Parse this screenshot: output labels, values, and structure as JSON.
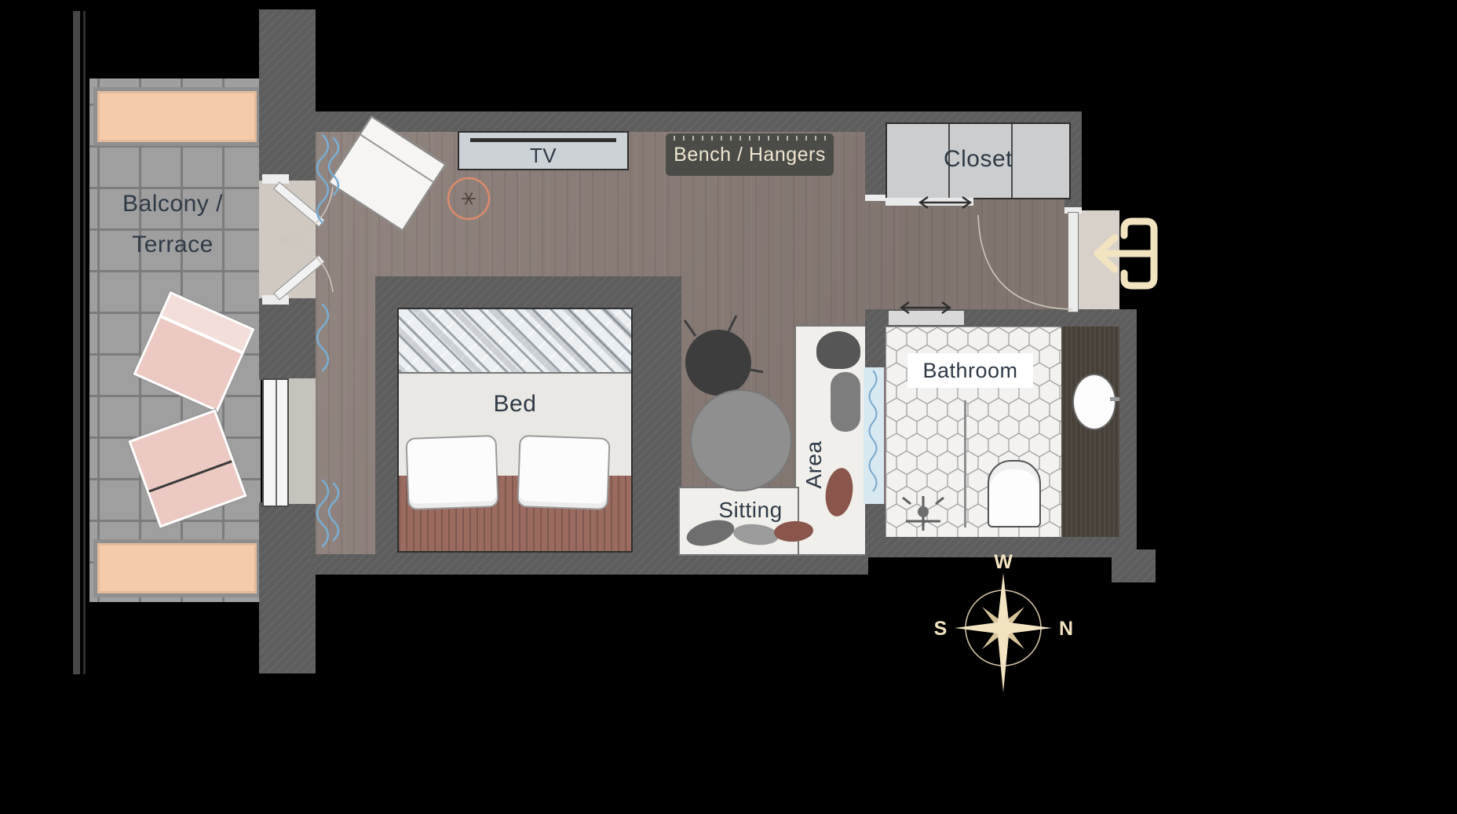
{
  "balcony": {
    "line1": "Balcony /",
    "line2": "Terrace"
  },
  "room": {
    "tv": "TV",
    "bench": "Bench / Hangers",
    "bed": "Bed"
  },
  "sitting": {
    "line1": "Sitting",
    "line2": "Area"
  },
  "closet": {
    "label": "Closet"
  },
  "bathroom": {
    "label": "Bathroom"
  },
  "compass": {
    "top": "W",
    "right": "N",
    "left": "S"
  },
  "colors": {
    "background": "#000000",
    "wall_gray": "#5d5d5d",
    "floor_wood": "#897c77",
    "balcony_tile": "#9f9f9f",
    "planter_peach": "#f6cbaa",
    "lounge_pink": "#ecc9c2",
    "label_text": "#2f3a46",
    "badge_dark": "#4b4b47",
    "cream_accent": "#f2e3c1",
    "bed_maroon": "#9b6b60",
    "curtain_blue": "#79aed2",
    "sprinkler_orange": "#dd8a6c"
  }
}
